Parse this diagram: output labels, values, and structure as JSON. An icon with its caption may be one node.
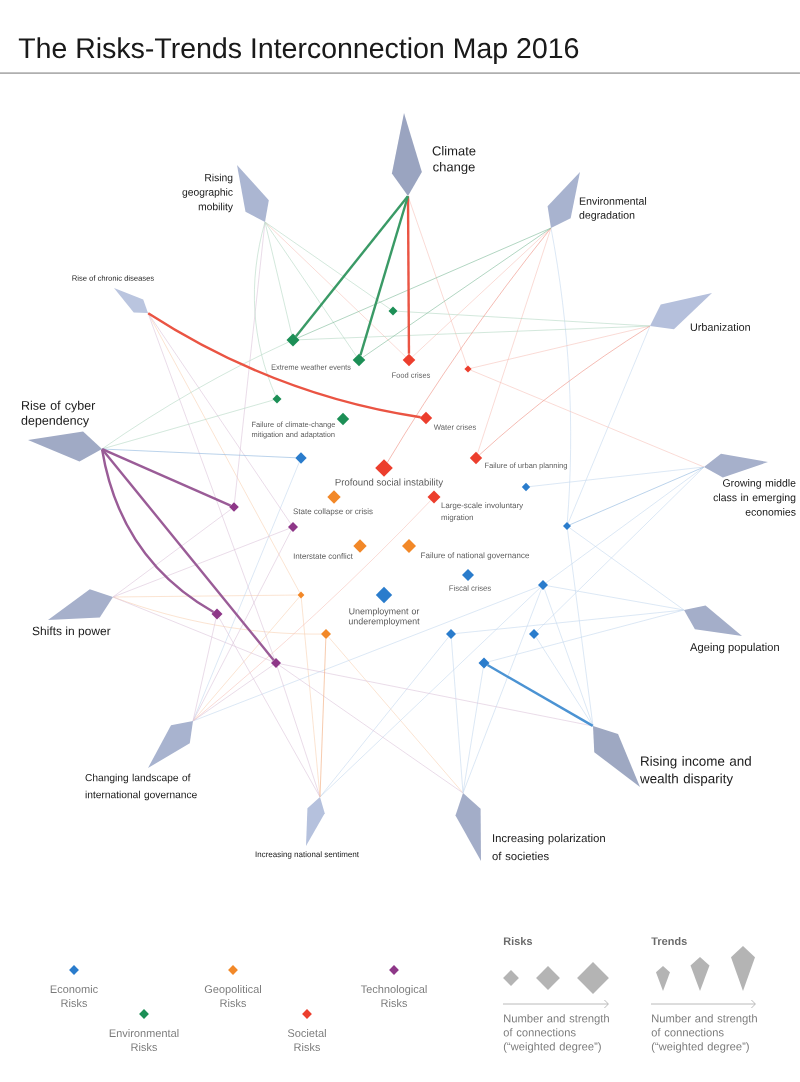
{
  "diagram": {
    "title": "The Risks-Trends Interconnection Map 2016",
    "nodes": [
      {
        "text": [
          "Climate change"
        ]
      },
      {
        "text": [
          "Rising geographic mobility"
        ]
      },
      {
        "text": [
          "Environmental degradation"
        ]
      },
      {
        "text": [
          "Rise of chronic diseases"
        ]
      },
      {
        "text": [
          "Urbanization"
        ]
      },
      {
        "text": [
          "Rise of cyber dependency"
        ]
      },
      {
        "text": [
          "Growing middle class in emerging economies"
        ]
      },
      {
        "text": [
          "Shifts in power"
        ]
      },
      {
        "text": [
          "Ageing population"
        ]
      },
      {
        "text": [
          "Changing landscape of international governance"
        ]
      },
      {
        "text": [
          "Rising income and wealth disparity"
        ]
      },
      {
        "text": [
          "Increasing polarization of societies"
        ]
      },
      {
        "text": [
          "Increasing national sentiment"
        ]
      },
      {
        "text": [],
        "shape": "diamond"
      },
      {
        "text": [],
        "shape": "diamond"
      },
      {
        "text": [
          "Extreme weather events"
        ]
      },
      {
        "text": [
          "Food crises"
        ]
      },
      {
        "text": [],
        "shape": "diamond"
      },
      {
        "text": [],
        "shape": "diamond"
      },
      {
        "text": [
          "Failure of climate-change mitigation and adaptation"
        ]
      },
      {
        "text": [
          "Water crises"
        ]
      },
      {
        "text": [],
        "shape": "diamond"
      },
      {
        "text": [
          "Failure of urban planning"
        ]
      },
      {
        "text": [
          "Profound social instability"
        ]
      },
      {
        "text": [],
        "shape": "diamond"
      },
      {
        "text": [
          "State collapse or crisis"
        ]
      },
      {
        "text": [
          "Large-scale involuntary migration"
        ]
      },
      {
        "text": [],
        "shape": "diamond"
      },
      {
        "text": [],
        "shape": "diamond"
      },
      {
        "text": [],
        "shape": "diamond"
      },
      {
        "text": [
          "Interstate conflict"
        ]
      },
      {
        "text": [
          "Failure of national governance"
        ]
      },
      {
        "text": [
          "Fiscal crises"
        ]
      },
      {
        "text": [],
        "shape": "diamond"
      },
      {
        "text": [
          "Unemployment or underemployment"
        ]
      },
      {
        "text": [],
        "shape": "diamond"
      },
      {
        "text": [],
        "shape": "diamond"
      },
      {
        "text": [],
        "shape": "diamond"
      },
      {
        "text": [],
        "shape": "diamond"
      },
      {
        "text": [],
        "shape": "diamond"
      },
      {
        "text": [],
        "shape": "diamond"
      },
      {
        "text": [],
        "shape": "diamond"
      }
    ],
    "edges": [
      {
        "from": 0,
        "to": 15,
        "arrow": "none",
        "style": "thick",
        "color": "#3a9a66"
      },
      {
        "from": 0,
        "to": 14,
        "arrow": "none",
        "style": "thick",
        "color": "#3a9a66"
      },
      {
        "from": 0,
        "to": 16,
        "arrow": "none",
        "style": "thick",
        "color": "#ea5443"
      },
      {
        "from": 0,
        "to": 17,
        "arrow": "none",
        "color": "#f6c2ba"
      },
      {
        "from": 1,
        "to": 13,
        "arrow": "none",
        "color": "#b5d9c5"
      },
      {
        "from": 1,
        "to": 14,
        "arrow": "none",
        "color": "#b5d9c5"
      },
      {
        "from": 1,
        "to": 15,
        "arrow": "none",
        "color": "#b5d9c5"
      },
      {
        "from": 1,
        "to": 16,
        "arrow": "none",
        "color": "#f6c2ba"
      },
      {
        "from": 1,
        "to": 18,
        "arrow": "none",
        "color": "#b5d9c5"
      },
      {
        "from": 1,
        "to": 27,
        "arrow": "none",
        "color": "#dcc5da"
      },
      {
        "from": 2,
        "to": 14,
        "arrow": "none",
        "color": "#7dbb99"
      },
      {
        "from": 2,
        "to": 15,
        "arrow": "none",
        "color": "#7dbb99"
      },
      {
        "from": 2,
        "to": 16,
        "arrow": "none",
        "color": "#f6c2ba"
      },
      {
        "from": 2,
        "to": 23,
        "arrow": "none",
        "color": "#ef8f82"
      },
      {
        "from": 2,
        "to": 22,
        "arrow": "none",
        "color": "#f6c2ba"
      },
      {
        "from": 2,
        "to": 29,
        "arrow": "none",
        "color": "#c5d9ee"
      },
      {
        "from": 3,
        "to": 20,
        "arrow": "none",
        "style": "thick",
        "color": "#ea5443"
      },
      {
        "from": 3,
        "to": 28,
        "arrow": "none",
        "color": "#dcc5da"
      },
      {
        "from": 3,
        "to": 35,
        "arrow": "none",
        "color": "#f8d2b4"
      },
      {
        "from": 3,
        "to": 41,
        "arrow": "none",
        "color": "#dcc5da"
      },
      {
        "from": 4,
        "to": 22,
        "arrow": "none",
        "color": "#ef8f82"
      },
      {
        "from": 4,
        "to": 17,
        "arrow": "none",
        "color": "#f6c2ba"
      },
      {
        "from": 4,
        "to": 13,
        "arrow": "none",
        "color": "#b5d9c5"
      },
      {
        "from": 4,
        "to": 14,
        "arrow": "none",
        "color": "#b5d9c5"
      },
      {
        "from": 4,
        "to": 29,
        "arrow": "none",
        "color": "#c5d9ee"
      },
      {
        "from": 5,
        "to": 27,
        "arrow": "none",
        "style": "thick",
        "color": "#9a5c97"
      },
      {
        "from": 5,
        "to": 36,
        "arrow": "none",
        "style": "thick",
        "color": "#9a5c97"
      },
      {
        "from": 5,
        "to": 41,
        "arrow": "none",
        "style": "thick",
        "color": "#9a5c97"
      },
      {
        "from": 5,
        "to": 21,
        "arrow": "none",
        "color": "#8db5de"
      },
      {
        "from": 5,
        "to": 18,
        "arrow": "none",
        "color": "#b5d9c5"
      },
      {
        "from": 5,
        "to": 14,
        "arrow": "none",
        "color": "#b5d9c5"
      },
      {
        "from": 6,
        "to": 24,
        "arrow": "none",
        "color": "#c5d9ee"
      },
      {
        "from": 6,
        "to": 29,
        "arrow": "none",
        "color": "#8db5de"
      },
      {
        "from": 6,
        "to": 33,
        "arrow": "none",
        "color": "#c5d9ee"
      },
      {
        "from": 6,
        "to": 39,
        "arrow": "none",
        "color": "#c5d9ee"
      },
      {
        "from": 6,
        "to": 17,
        "arrow": "none",
        "color": "#f6c2ba"
      },
      {
        "from": 7,
        "to": 27,
        "arrow": "none",
        "color": "#dcc5da"
      },
      {
        "from": 7,
        "to": 28,
        "arrow": "none",
        "color": "#dcc5da"
      },
      {
        "from": 7,
        "to": 35,
        "arrow": "none",
        "color": "#f8d2b4"
      },
      {
        "from": 7,
        "to": 37,
        "arrow": "none",
        "color": "#f8d2b4"
      },
      {
        "from": 7,
        "to": 41,
        "arrow": "none",
        "color": "#dcc5da"
      },
      {
        "from": 8,
        "to": 29,
        "arrow": "none",
        "color": "#c5d9ee"
      },
      {
        "from": 8,
        "to": 33,
        "arrow": "none",
        "color": "#c5d9ee"
      },
      {
        "from": 8,
        "to": 38,
        "arrow": "none",
        "color": "#c5d9ee"
      },
      {
        "from": 8,
        "to": 40,
        "arrow": "none",
        "color": "#c5d9ee"
      },
      {
        "from": 9,
        "to": 21,
        "arrow": "none",
        "color": "#c5d9ee"
      },
      {
        "from": 9,
        "to": 28,
        "arrow": "none",
        "color": "#dcc5da"
      },
      {
        "from": 9,
        "to": 33,
        "arrow": "none",
        "color": "#c5d9ee"
      },
      {
        "from": 9,
        "to": 35,
        "arrow": "none",
        "color": "#f8d2b4"
      },
      {
        "from": 9,
        "to": 36,
        "arrow": "none",
        "color": "#dcc5da"
      },
      {
        "from": 9,
        "to": 41,
        "arrow": "none",
        "color": "#dcc5da"
      },
      {
        "from": 9,
        "to": 26,
        "arrow": "none",
        "color": "#f6c2ba"
      },
      {
        "from": 10,
        "to": 40,
        "arrow": "none",
        "style": "thick",
        "color": "#4b93d3"
      },
      {
        "from": 10,
        "to": 29,
        "arrow": "none",
        "color": "#c5d9ee"
      },
      {
        "from": 10,
        "to": 33,
        "arrow": "none",
        "color": "#c5d9ee"
      },
      {
        "from": 10,
        "to": 39,
        "arrow": "none",
        "color": "#c5d9ee"
      },
      {
        "from": 10,
        "to": 41,
        "arrow": "none",
        "color": "#dcc5da"
      },
      {
        "from": 11,
        "to": 33,
        "arrow": "none",
        "color": "#c5d9ee"
      },
      {
        "from": 11,
        "to": 37,
        "arrow": "none",
        "color": "#f8d2b4"
      },
      {
        "from": 11,
        "to": 38,
        "arrow": "none",
        "color": "#c5d9ee"
      },
      {
        "from": 11,
        "to": 40,
        "arrow": "none",
        "color": "#c5d9ee"
      },
      {
        "from": 11,
        "to": 41,
        "arrow": "none",
        "color": "#dcc5da"
      },
      {
        "from": 12,
        "to": 35,
        "arrow": "none",
        "color": "#f8d2b4"
      },
      {
        "from": 12,
        "to": 37,
        "arrow": "none",
        "color": "#f2a877"
      },
      {
        "from": 12,
        "to": 36,
        "arrow": "none",
        "color": "#dcc5da"
      },
      {
        "from": 12,
        "to": 41,
        "arrow": "none",
        "color": "#dcc5da"
      },
      {
        "from": 12,
        "to": 38,
        "arrow": "none",
        "color": "#c5d9ee"
      },
      {
        "from": 12,
        "to": 33,
        "arrow": "none",
        "color": "#c5d9ee"
      }
    ],
    "labels": [
      "Risks",
      "Trends",
      "Number and strength of connections (“weighted degree”)",
      "Number and strength of connections (“weighted degree”)"
    ],
    "legend": [
      {
        "text": "Economic Risks",
        "color": "#2a7ccc"
      },
      {
        "text": "Environmental Risks",
        "color": "#1c8f56"
      },
      {
        "text": "Geopolitical Risks",
        "color": "#f28828"
      },
      {
        "text": "Societal Risks",
        "color": "#ec3e2d"
      },
      {
        "text": "Technological Risks",
        "color": "#8e3788"
      }
    ]
  }
}
